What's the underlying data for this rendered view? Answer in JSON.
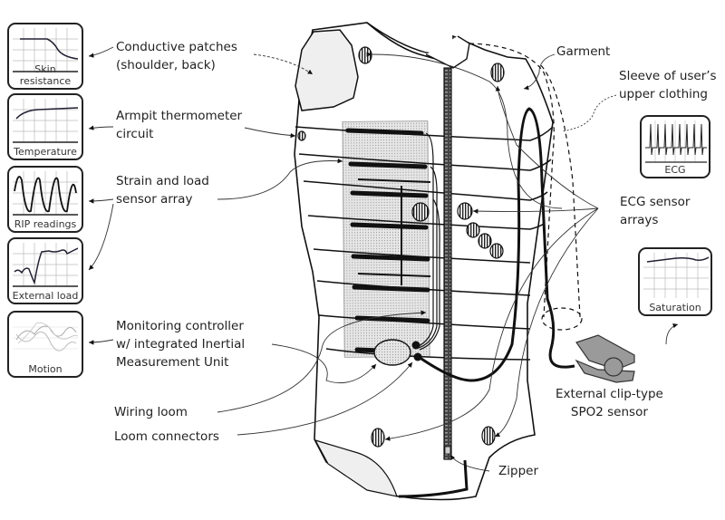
{
  "figure": {
    "type": "wearable garment sensor diagram",
    "colors": {
      "outline": "#1a1a1a",
      "patch_fill": "#efefef",
      "sensor_array_fill": "#d9d9d9",
      "clip_sensor_fill": "#9a9a9a",
      "zipper": "#555555"
    }
  },
  "left_panels": [
    {
      "id": "skin-resistance",
      "caption": "Skin resistance",
      "curve": "sigmoid-decline"
    },
    {
      "id": "temperature",
      "caption": "Temperature",
      "curve": "rise-plateau"
    },
    {
      "id": "rip-readings",
      "caption": "RIP readings",
      "curve": "sine-wave"
    },
    {
      "id": "external-load",
      "caption": "External load",
      "curve": "step-up"
    },
    {
      "id": "motion",
      "caption": "Motion",
      "curve": "multi-trace"
    }
  ],
  "right_panels": [
    {
      "id": "ecg",
      "caption": "ECG",
      "curve": "ecg-spikes"
    },
    {
      "id": "saturation",
      "caption": "Saturation",
      "curve": "flat-wavy"
    }
  ],
  "labels": {
    "conductive_patches": [
      "Conductive patches",
      "(shoulder, back)"
    ],
    "armpit_thermometer": [
      "Armpit thermometer",
      "circuit"
    ],
    "strain_load": [
      "Strain and load",
      "sensor array"
    ],
    "monitoring_controller": [
      "Monitoring controller",
      "w/ integrated Inertial",
      "Measurement Unit"
    ],
    "wiring_loom": "Wiring loom",
    "loom_connectors": "Loom connectors",
    "garment": "Garment",
    "sleeve": [
      "Sleeve of user’s",
      "upper clothing"
    ],
    "ecg_sensor_arrays": [
      "ECG sensor",
      "arrays"
    ],
    "clip_sensor": [
      "External clip-type",
      "SPO2 sensor"
    ],
    "zipper": "Zipper"
  }
}
